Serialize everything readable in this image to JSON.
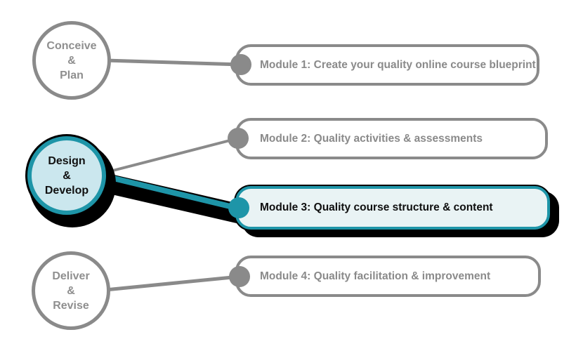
{
  "diagram": {
    "description": "Course design phases mapped to modules",
    "phases": [
      {
        "id": "conceive-plan",
        "line1": "Conceive",
        "line2": "&",
        "line3": "Plan",
        "highlighted": false
      },
      {
        "id": "design-develop",
        "line1": "Design",
        "line2": "&",
        "line3": "Develop",
        "highlighted": true
      },
      {
        "id": "deliver-revise",
        "line1": "Deliver",
        "line2": "&",
        "line3": "Revise",
        "highlighted": false
      }
    ],
    "modules": [
      {
        "label": "Module 1: Create your quality online course blueprint",
        "highlighted": false
      },
      {
        "label": "Module 2: Quality activities & assessments",
        "highlighted": false
      },
      {
        "label": "Module 3: Quality course structure & content",
        "highlighted": true
      },
      {
        "label": "Module 4: Quality facilitation & improvement",
        "highlighted": false
      }
    ],
    "colors": {
      "gray": "#8a8a8a",
      "teal": "#1e95a8",
      "phase_highlight_fill": "#cbe7ee",
      "module_highlight_fill": "#e9f3f4",
      "highlight_shadow": "#000000",
      "background": "#ffffff"
    }
  }
}
